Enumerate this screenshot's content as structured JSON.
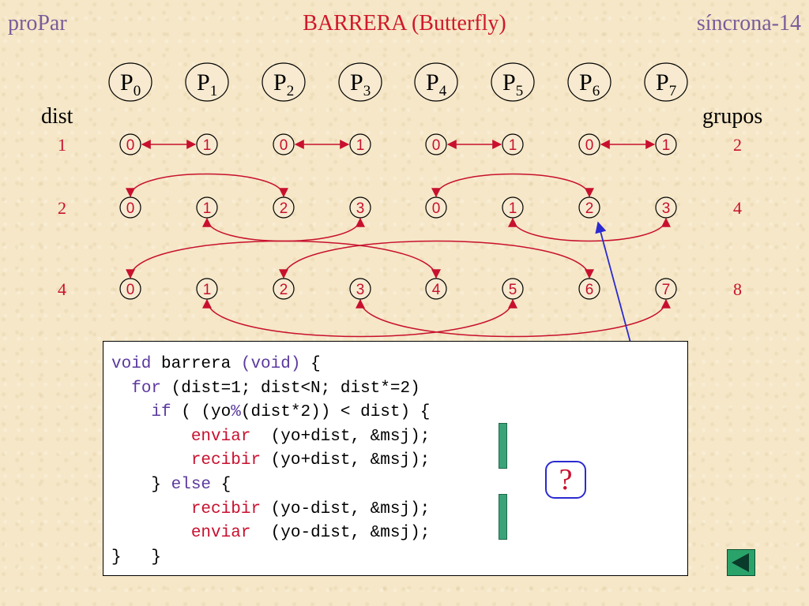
{
  "header": {
    "left": "proPar",
    "title": "BARRERA (Butterfly)",
    "right": "síncrona-14"
  },
  "processes": [
    {
      "base": "P",
      "sub": "0"
    },
    {
      "base": "P",
      "sub": "1"
    },
    {
      "base": "P",
      "sub": "2"
    },
    {
      "base": "P",
      "sub": "3"
    },
    {
      "base": "P",
      "sub": "4"
    },
    {
      "base": "P",
      "sub": "5"
    },
    {
      "base": "P",
      "sub": "6"
    },
    {
      "base": "P",
      "sub": "7"
    }
  ],
  "dist_label": "dist",
  "groups_label": "grupos",
  "rows": [
    {
      "dist": "1",
      "groups": "2",
      "nodes": [
        "0",
        "1",
        "0",
        "1",
        "0",
        "1",
        "0",
        "1"
      ]
    },
    {
      "dist": "2",
      "groups": "4",
      "nodes": [
        "0",
        "1",
        "2",
        "3",
        "0",
        "1",
        "2",
        "3"
      ]
    },
    {
      "dist": "4",
      "groups": "8",
      "nodes": [
        "0",
        "1",
        "2",
        "3",
        "4",
        "5",
        "6",
        "7"
      ]
    }
  ],
  "code": {
    "lines": [
      [
        {
          "t": "void",
          "c": "kw"
        },
        {
          "t": " barrera ",
          "c": ""
        },
        {
          "t": "(void)",
          "c": "kw"
        },
        {
          "t": " {",
          "c": ""
        }
      ],
      [
        {
          "t": "  ",
          "c": ""
        },
        {
          "t": "for",
          "c": "kw"
        },
        {
          "t": " (dist=1; dist<N; dist*=2)",
          "c": ""
        }
      ],
      [
        {
          "t": "    ",
          "c": ""
        },
        {
          "t": "if",
          "c": "kw"
        },
        {
          "t": " ( (yo",
          "c": ""
        },
        {
          "t": "%",
          "c": "kw"
        },
        {
          "t": "(dist*2)) < dist) {",
          "c": ""
        }
      ],
      [
        {
          "t": "        ",
          "c": ""
        },
        {
          "t": "enviar",
          "c": "fn"
        },
        {
          "t": "  (yo+dist, &msj);",
          "c": ""
        }
      ],
      [
        {
          "t": "        ",
          "c": ""
        },
        {
          "t": "recibir",
          "c": "fn"
        },
        {
          "t": " (yo+dist, &msj);",
          "c": ""
        }
      ],
      [
        {
          "t": "    } ",
          "c": ""
        },
        {
          "t": "else",
          "c": "kw"
        },
        {
          "t": " {",
          "c": ""
        }
      ],
      [
        {
          "t": "        ",
          "c": ""
        },
        {
          "t": "recibir",
          "c": "fn"
        },
        {
          "t": " (yo-dist, &msj);",
          "c": ""
        }
      ],
      [
        {
          "t": "        ",
          "c": ""
        },
        {
          "t": "enviar",
          "c": "fn"
        },
        {
          "t": "  (yo-dist, &msj);",
          "c": ""
        }
      ],
      [
        {
          "t": "}   }",
          "c": ""
        }
      ]
    ]
  },
  "question_mark": "?",
  "icons": {
    "back": "back-arrow-icon"
  },
  "colors": {
    "red": "#c8102e",
    "purple": "#7a5c9a",
    "blue": "#2a2ad0",
    "green": "#3aa37a"
  }
}
